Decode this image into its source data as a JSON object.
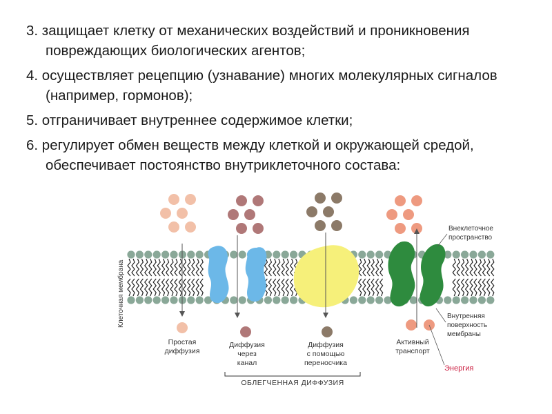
{
  "items": [
    "3. защищает клетку от механических воздействий и проникновения повреждающих биологических агентов;",
    "4. осуществляет рецепцию (узнавание) многих молекулярных сигналов (например, гормонов);",
    "5. отграничивает внутреннее содержимое клетки;",
    "6. регулирует обмен веществ между клеткой и окружающей средой, обеспечивает  постоянство внутриклеточного состава:"
  ],
  "diagram": {
    "membrane_label": "Клеточная мембрана",
    "extracellular_line1": "Внеклеточное",
    "extracellular_line2": "пространство",
    "inner_line1": "Внутренняя",
    "inner_line2": "поверхность",
    "inner_line3": "мембраны",
    "simple_diffusion_line1": "Простая",
    "simple_diffusion_line2": "диффузия",
    "channel_line1": "Диффузия",
    "channel_line2": "через",
    "channel_line3": "канал",
    "carrier_line1": "Диффузия",
    "carrier_line2": "с помощью",
    "carrier_line3": "переносчика",
    "active_line1": "Активный",
    "active_line2": "транспорт",
    "energy": "Энергия",
    "facilitated": "ОБЛЕГЧЕННАЯ ДИФФУЗИЯ"
  },
  "colors": {
    "lipid_head": "#8aa898",
    "channel": "#6cb8e8",
    "carrier": "#f6f07a",
    "active_protein": "#2e8b3e",
    "energy_text": "#cc2244",
    "simple_molecule": "#f2c0a8",
    "channel_molecule": "#b07878",
    "carrier_molecule": "#8c7a68",
    "active_molecule": "#ee9a80"
  }
}
